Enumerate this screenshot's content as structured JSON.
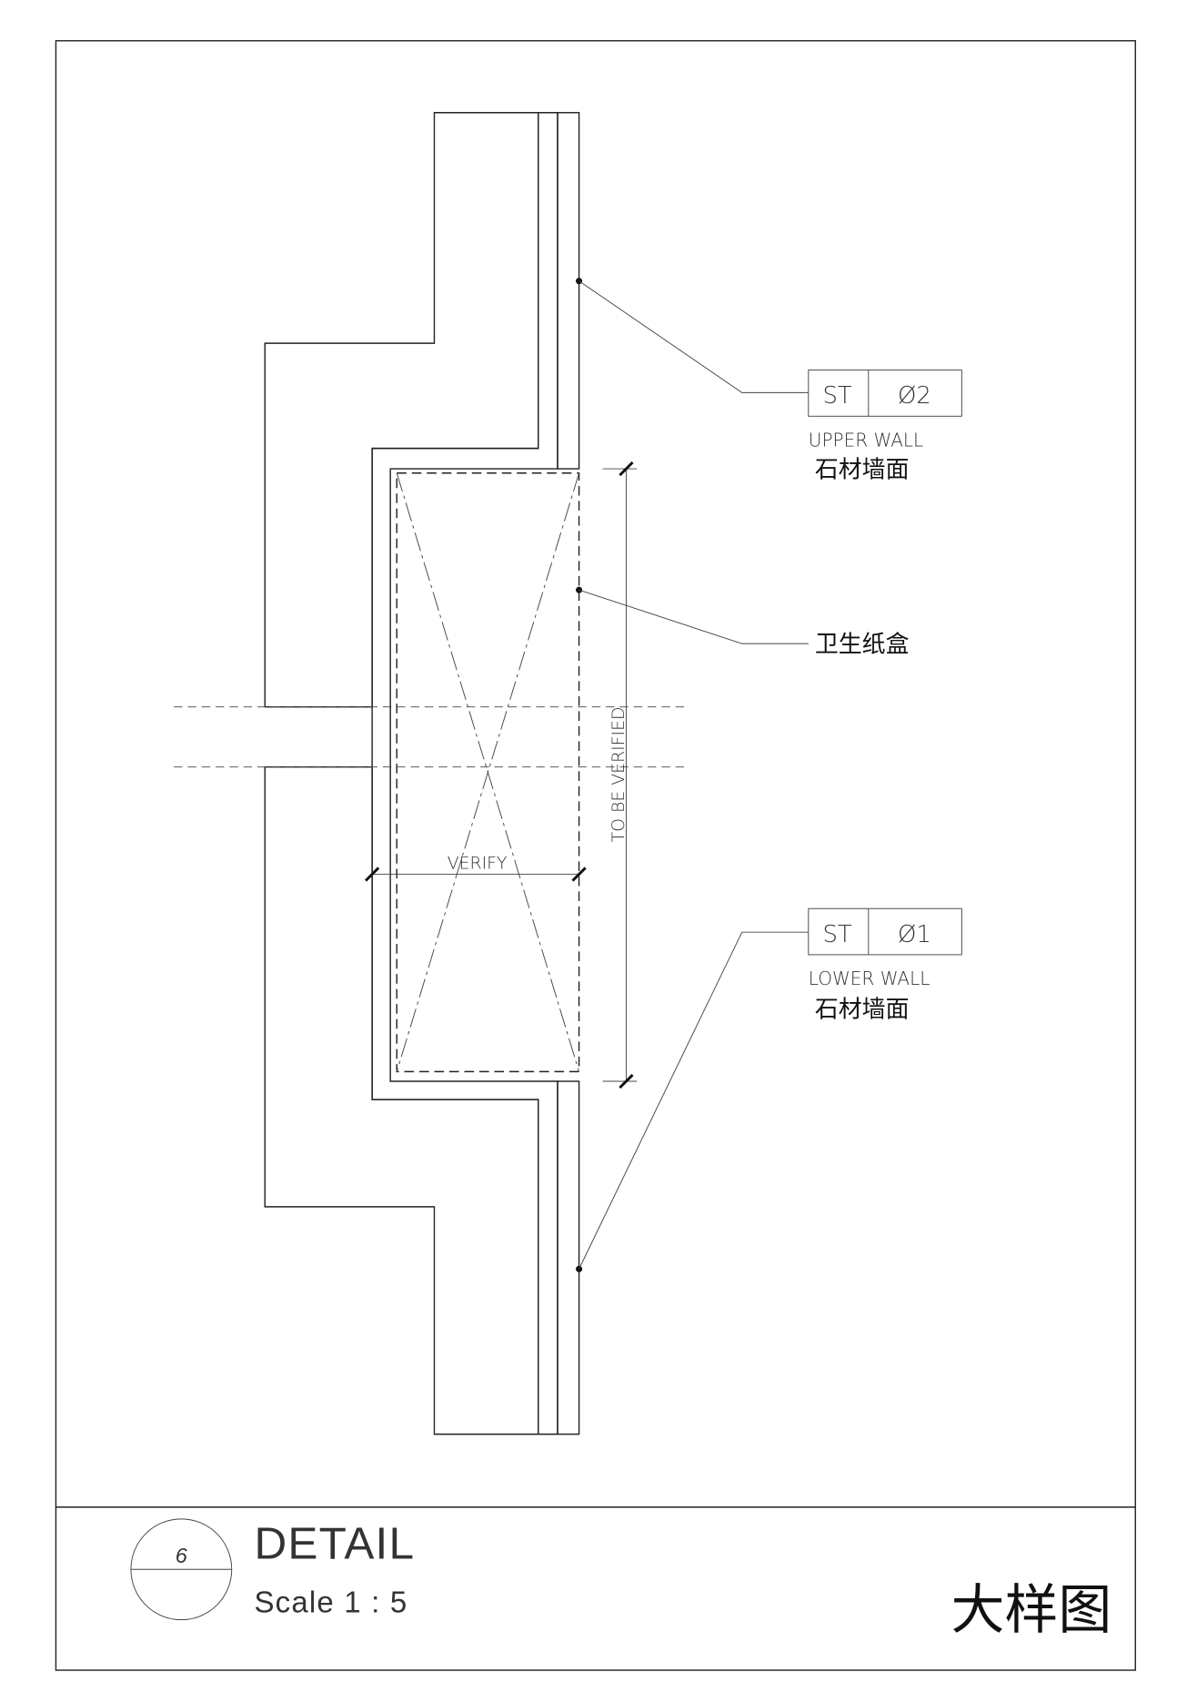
{
  "tags": [
    {
      "code": "ST",
      "number": "Ø2",
      "label_en": "UPPER WALL",
      "label_cn": "石材墙面"
    },
    {
      "code": "ST",
      "number": "Ø1",
      "label_en": "LOWER WALL",
      "label_cn": "石材墙面"
    }
  ],
  "item_label": "卫生纸盒",
  "dimensions": {
    "vertical": "TO BE VERIFIED",
    "horizontal": "VERIFY"
  },
  "title_block": {
    "detail_number": "6",
    "title": "DETAIL",
    "scale": "Scale 1 : 5",
    "title_cn": "大样图"
  }
}
